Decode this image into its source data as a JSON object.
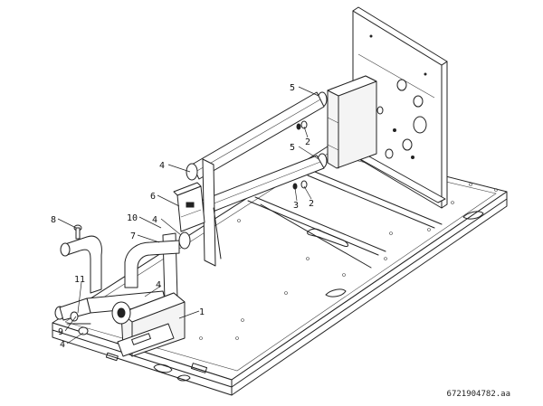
{
  "callouts": {
    "c1": "1",
    "c2a": "2",
    "c2b": "2",
    "c3": "3",
    "c4a": "4",
    "c4b": "4",
    "c4c": "4",
    "c4d": "4",
    "c5a": "5",
    "c5b": "5",
    "c6": "6",
    "c7": "7",
    "c8": "8",
    "c9": "9",
    "c10": "10",
    "c11": "11"
  },
  "reference_code": "6721904782.aa"
}
